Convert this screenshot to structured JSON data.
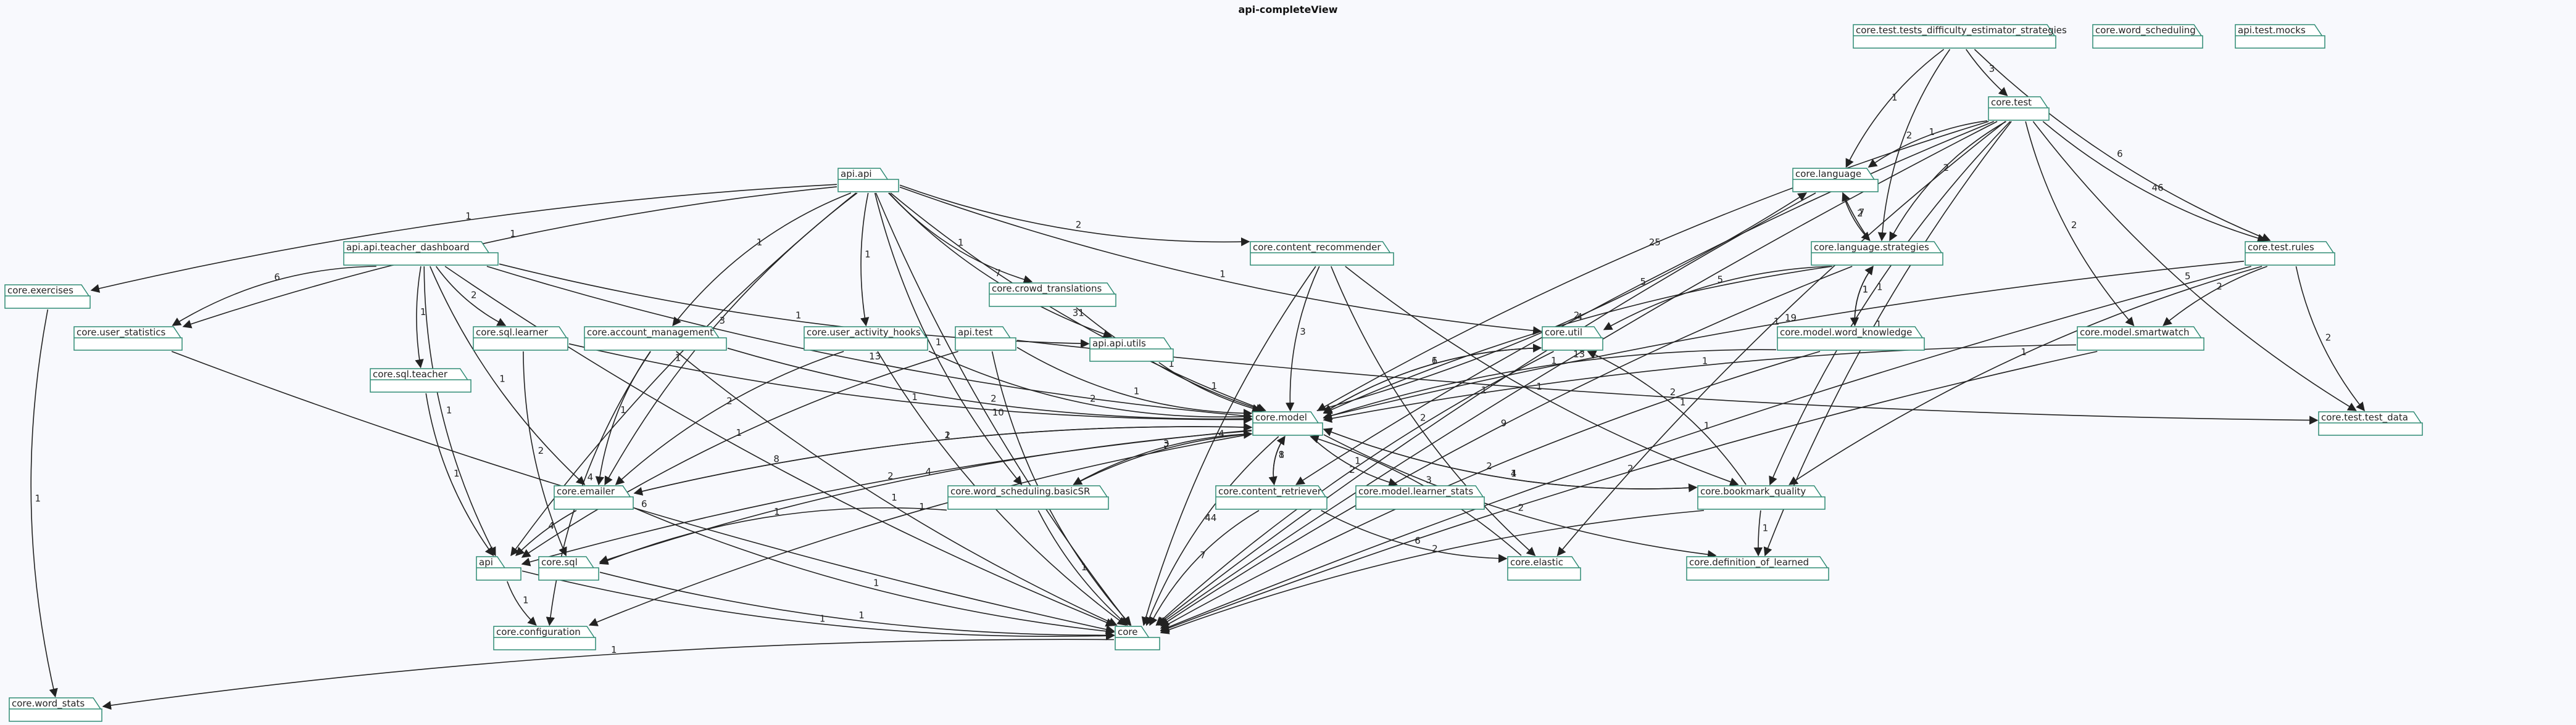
{
  "title": "api-completeView",
  "nodes": [
    {
      "id": "n1",
      "label": "core.test.tests_difficulty_estimator_strategies"
    },
    {
      "id": "n2",
      "label": "core.word_scheduling"
    },
    {
      "id": "n3",
      "label": "api.test.mocks"
    },
    {
      "id": "n4",
      "label": "core.test"
    },
    {
      "id": "n5",
      "label": "api.api"
    },
    {
      "id": "n6",
      "label": "core.language"
    },
    {
      "id": "n7",
      "label": "core.content_recommender"
    },
    {
      "id": "n8",
      "label": "api.api.teacher_dashboard"
    },
    {
      "id": "n9",
      "label": "core.language.strategies"
    },
    {
      "id": "n10",
      "label": "core.test.rules"
    },
    {
      "id": "n11",
      "label": "core.exercises"
    },
    {
      "id": "n12",
      "label": "core.crowd_translations"
    },
    {
      "id": "n13",
      "label": "core.user_statistics"
    },
    {
      "id": "n14",
      "label": "core.sql.learner"
    },
    {
      "id": "n15",
      "label": "core.account_management"
    },
    {
      "id": "n16",
      "label": "core.util"
    },
    {
      "id": "n17",
      "label": "core.model.word_knowledge"
    },
    {
      "id": "n18",
      "label": "core.model.smartwatch"
    },
    {
      "id": "n19",
      "label": "core.user_activity_hooks"
    },
    {
      "id": "n20",
      "label": "api.test"
    },
    {
      "id": "n21",
      "label": "api.api.utils"
    },
    {
      "id": "n22",
      "label": "core.sql.teacher"
    },
    {
      "id": "n23",
      "label": "core.model"
    },
    {
      "id": "n24",
      "label": "core.test.test_data"
    },
    {
      "id": "n25",
      "label": "core.emailer"
    },
    {
      "id": "n26",
      "label": "core.word_scheduling.basicSR"
    },
    {
      "id": "n27",
      "label": "core.content_retriever"
    },
    {
      "id": "n28",
      "label": "core.model.learner_stats"
    },
    {
      "id": "n29",
      "label": "core.bookmark_quality"
    },
    {
      "id": "n30",
      "label": "api"
    },
    {
      "id": "n31",
      "label": "core.sql"
    },
    {
      "id": "n32",
      "label": "core.elastic"
    },
    {
      "id": "n33",
      "label": "core.definition_of_learned"
    },
    {
      "id": "n34",
      "label": "core.configuration"
    },
    {
      "id": "n35",
      "label": "core"
    },
    {
      "id": "n36",
      "label": "core.word_stats"
    }
  ],
  "edges": [
    {
      "from": "n1",
      "to": "n4",
      "label": "3"
    },
    {
      "from": "n1",
      "to": "n6",
      "label": "1"
    },
    {
      "from": "n1",
      "to": "n9",
      "label": "2"
    },
    {
      "from": "n1",
      "to": "n10",
      "label": "6"
    },
    {
      "from": "n4",
      "to": "n6",
      "label": "1"
    },
    {
      "from": "n4",
      "to": "n9",
      "label": "2"
    },
    {
      "from": "n4",
      "to": "n10",
      "label": "46"
    },
    {
      "from": "n4",
      "to": "n18",
      "label": "2"
    },
    {
      "from": "n4",
      "to": "n24",
      "label": "5"
    },
    {
      "from": "n4",
      "to": "n35",
      "label": "13"
    },
    {
      "from": "n4",
      "to": "n33",
      "label": "1"
    },
    {
      "from": "n4",
      "to": "n29",
      "label": "1"
    },
    {
      "from": "n4",
      "to": "n32",
      "label": "1"
    },
    {
      "from": "n4",
      "to": "n27",
      "label": "5"
    },
    {
      "from": "n4",
      "to": "n23",
      "label": "25"
    },
    {
      "from": "n5",
      "to": "n11",
      "label": "1"
    },
    {
      "from": "n5",
      "to": "n13",
      "label": "1"
    },
    {
      "from": "n5",
      "to": "n15",
      "label": "1"
    },
    {
      "from": "n5",
      "to": "n19",
      "label": "1"
    },
    {
      "from": "n5",
      "to": "n21",
      "label": "7"
    },
    {
      "from": "n5",
      "to": "n12",
      "label": "1"
    },
    {
      "from": "n5",
      "to": "n7",
      "label": "2"
    },
    {
      "from": "n5",
      "to": "n23",
      "label": "31"
    },
    {
      "from": "n5",
      "to": "n25",
      "label": "3"
    },
    {
      "from": "n5",
      "to": "n30",
      "label": "1"
    },
    {
      "from": "n5",
      "to": "n26",
      "label": "1"
    },
    {
      "from": "n5",
      "to": "n16",
      "label": "1"
    },
    {
      "from": "n5",
      "to": "n35",
      "label": "10"
    },
    {
      "from": "n6",
      "to": "n9",
      "label": "2"
    },
    {
      "from": "n9",
      "to": "n6",
      "label": "7"
    },
    {
      "from": "n6",
      "to": "n35",
      "label": "1"
    },
    {
      "from": "n7",
      "to": "n23",
      "label": "3"
    },
    {
      "from": "n7",
      "to": "n32",
      "label": "2"
    },
    {
      "from": "n7",
      "to": "n35",
      "label": "4"
    },
    {
      "from": "n7",
      "to": "n29",
      "label": "1"
    },
    {
      "from": "n8",
      "to": "n13",
      "label": "6"
    },
    {
      "from": "n8",
      "to": "n22",
      "label": "1"
    },
    {
      "from": "n8",
      "to": "n14",
      "label": "2"
    },
    {
      "from": "n8",
      "to": "n23",
      "label": "13"
    },
    {
      "from": "n8",
      "to": "n25",
      "label": "1"
    },
    {
      "from": "n8",
      "to": "n30",
      "label": "1"
    },
    {
      "from": "n8",
      "to": "n35",
      "label": "8"
    },
    {
      "from": "n8",
      "to": "n21",
      "label": "1"
    },
    {
      "from": "n9",
      "to": "n16",
      "label": "5"
    },
    {
      "from": "n9",
      "to": "n17",
      "label": "1"
    },
    {
      "from": "n17",
      "to": "n9",
      "label": "1"
    },
    {
      "from": "n9",
      "to": "n23",
      "label": "4"
    },
    {
      "from": "n9",
      "to": "n35",
      "label": "9"
    },
    {
      "from": "n10",
      "to": "n18",
      "label": "2"
    },
    {
      "from": "n10",
      "to": "n24",
      "label": "2"
    },
    {
      "from": "n10",
      "to": "n29",
      "label": "1"
    },
    {
      "from": "n10",
      "to": "n23",
      "label": "19"
    },
    {
      "from": "n10",
      "to": "n35",
      "label": "1"
    },
    {
      "from": "n11",
      "to": "n36",
      "label": "1"
    },
    {
      "from": "n12",
      "to": "n23",
      "label": "1"
    },
    {
      "from": "n13",
      "to": "n35",
      "label": "6"
    },
    {
      "from": "n14",
      "to": "n23",
      "label": "1"
    },
    {
      "from": "n14",
      "to": "n31",
      "label": "2"
    },
    {
      "from": "n15",
      "to": "n25",
      "label": "1"
    },
    {
      "from": "n15",
      "to": "n23",
      "label": "2"
    },
    {
      "from": "n15",
      "to": "n35",
      "label": "1"
    },
    {
      "from": "n15",
      "to": "n34",
      "label": "4"
    },
    {
      "from": "n16",
      "to": "n23",
      "label": "6"
    },
    {
      "from": "n16",
      "to": "n35",
      "label": "2"
    },
    {
      "from": "n17",
      "to": "n23",
      "label": "1"
    },
    {
      "from": "n17",
      "to": "n35",
      "label": "2"
    },
    {
      "from": "n18",
      "to": "n23",
      "label": "1"
    },
    {
      "from": "n18",
      "to": "n35",
      "label": "2"
    },
    {
      "from": "n19",
      "to": "n23",
      "label": "2"
    },
    {
      "from": "n19",
      "to": "n25",
      "label": "2"
    },
    {
      "from": "n19",
      "to": "n35",
      "label": "1"
    },
    {
      "from": "n20",
      "to": "n23",
      "label": "1"
    },
    {
      "from": "n20",
      "to": "n24",
      "label": "2"
    },
    {
      "from": "n20",
      "to": "n30",
      "label": "1"
    },
    {
      "from": "n20",
      "to": "n35",
      "label": "1"
    },
    {
      "from": "n21",
      "to": "n23",
      "label": "1"
    },
    {
      "from": "n22",
      "to": "n30",
      "label": "1"
    },
    {
      "from": "n23",
      "to": "n6",
      "label": "2"
    },
    {
      "from": "n23",
      "to": "n16",
      "label": "1"
    },
    {
      "from": "n23",
      "to": "n28",
      "label": "1"
    },
    {
      "from": "n23",
      "to": "n29",
      "label": "1"
    },
    {
      "from": "n29",
      "to": "n23",
      "label": "4"
    },
    {
      "from": "n23",
      "to": "n33",
      "label": "2"
    },
    {
      "from": "n23",
      "to": "n27",
      "label": "1"
    },
    {
      "from": "n27",
      "to": "n23",
      "label": "8"
    },
    {
      "from": "n23",
      "to": "n35",
      "label": "44"
    },
    {
      "from": "n23",
      "to": "n25",
      "label": "1"
    },
    {
      "from": "n25",
      "to": "n23",
      "label": "2"
    },
    {
      "from": "n23",
      "to": "n26",
      "label": "3"
    },
    {
      "from": "n26",
      "to": "n23",
      "label": "2"
    },
    {
      "from": "n23",
      "to": "n30",
      "label": "2"
    },
    {
      "from": "n23",
      "to": "n34",
      "label": "1"
    },
    {
      "from": "n23",
      "to": "n31",
      "label": "4"
    },
    {
      "from": "n25",
      "to": "n30",
      "label": "4"
    },
    {
      "from": "n25",
      "to": "n35",
      "label": "1"
    },
    {
      "from": "n26",
      "to": "n31",
      "label": "1"
    },
    {
      "from": "n26",
      "to": "n35",
      "label": "1"
    },
    {
      "from": "n27",
      "to": "n32",
      "label": "6"
    },
    {
      "from": "n27",
      "to": "n35",
      "label": "7"
    },
    {
      "from": "n29",
      "to": "n33",
      "label": "1"
    },
    {
      "from": "n29",
      "to": "n35",
      "label": "2"
    },
    {
      "from": "n29",
      "to": "n16",
      "label": "1"
    },
    {
      "from": "n32",
      "to": "n23",
      "label": "3"
    },
    {
      "from": "n30",
      "to": "n34",
      "label": "1"
    },
    {
      "from": "n30",
      "to": "n35",
      "label": "1"
    },
    {
      "from": "n31",
      "to": "n35",
      "label": "1"
    },
    {
      "from": "n35",
      "to": "n36",
      "label": "1"
    }
  ]
}
